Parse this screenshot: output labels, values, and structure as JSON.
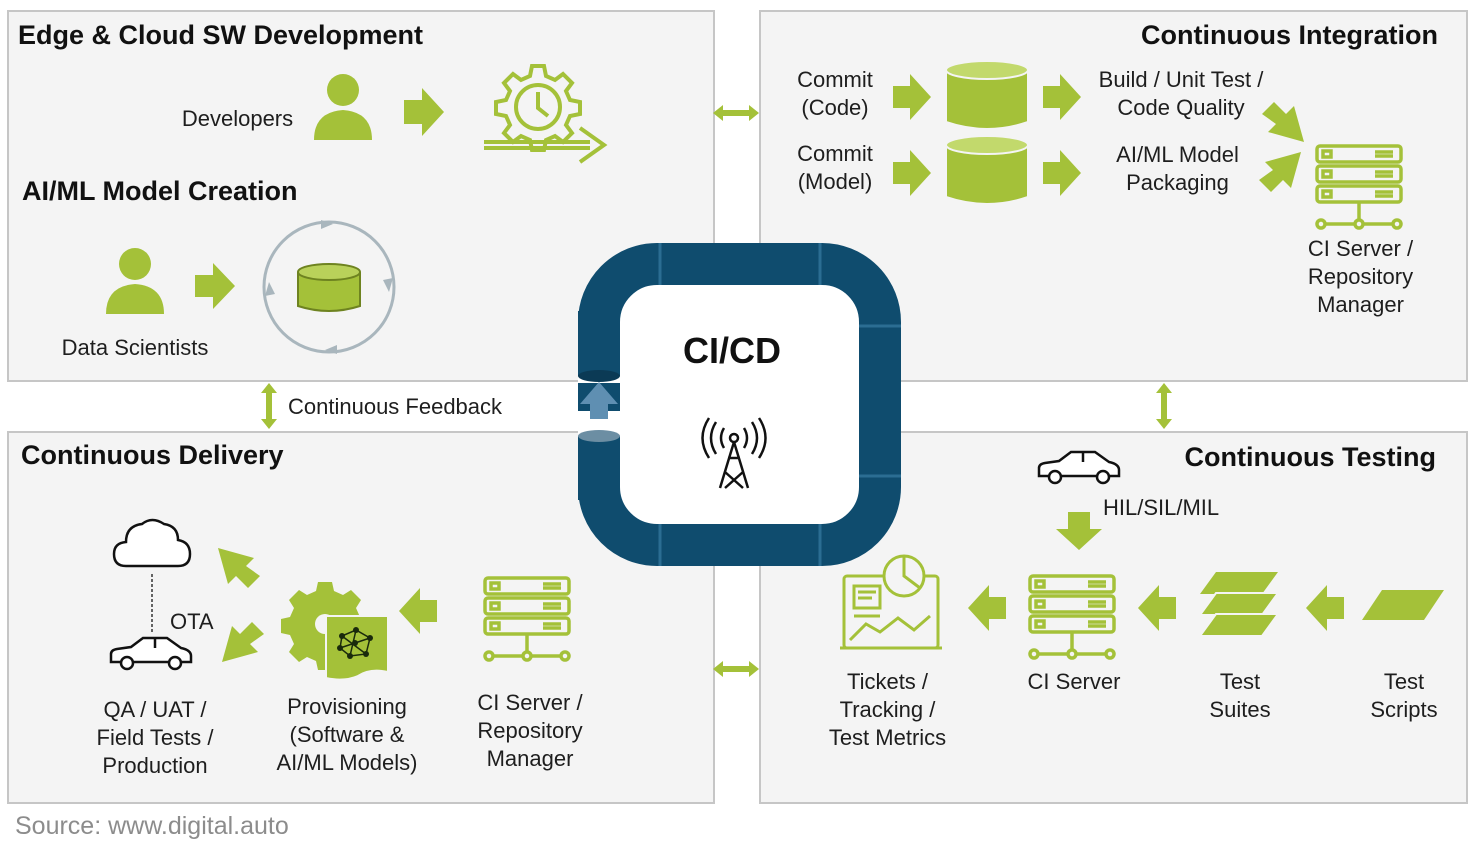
{
  "center": {
    "title": "CI/CD"
  },
  "edge": {
    "title": "Edge & Cloud SW Development",
    "developers": "Developers",
    "aiml_title": "AI/ML Model Creation",
    "data_scientists": "Data Scientists"
  },
  "ci": {
    "title": "Continuous Integration",
    "commit_code": "Commit\n(Code)",
    "commit_model": "Commit\n(Model)",
    "build": "Build / Unit Test /\nCode Quality",
    "packaging": "AI/ML Model\nPackaging",
    "server": "CI Server /\nRepository\nManager"
  },
  "feedback": {
    "label": "Continuous Feedback"
  },
  "cd": {
    "title": "Continuous Delivery",
    "ota": "OTA",
    "qa": "QA / UAT /\nField Tests /\nProduction",
    "provisioning": "Provisioning\n(Software &\nAI/ML Models)",
    "server": "CI Server /\nRepository\nManager"
  },
  "ct": {
    "title": "Continuous Testing",
    "hil": "HIL/SIL/MIL",
    "tickets": "Tickets /\nTracking /\nTest Metrics",
    "ci_server": "CI Server",
    "suites": "Test\nSuites",
    "scripts": "Test\nScripts"
  },
  "source": "Source: www.digital.auto",
  "colors": {
    "accent": "#a4c139",
    "pipe": "#0f4c6e",
    "panel": "#f4f4f4",
    "border": "#c6c6c6"
  }
}
